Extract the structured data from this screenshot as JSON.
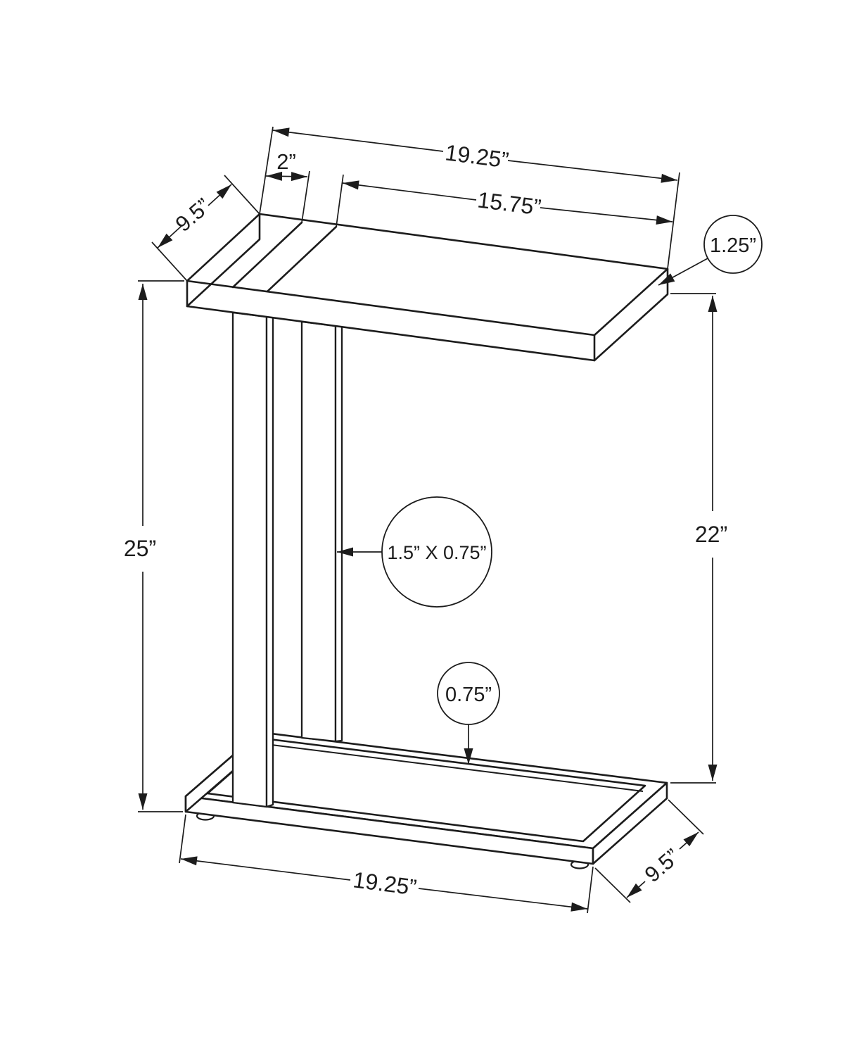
{
  "diagram": {
    "dimensions": {
      "top_length": "19.25”",
      "top_edge_offset": "2”",
      "top_open_length": "15.75”",
      "top_depth": "9.5”",
      "top_thickness": "1.25”",
      "overall_height": "25”",
      "clearance_height": "22”",
      "leg_profile": "1.5” X 0.75”",
      "base_profile": "0.75”",
      "base_length": "19.25”",
      "base_depth": "9.5”"
    },
    "colors": {
      "line": "#1c1c1c",
      "background": "#ffffff"
    }
  }
}
